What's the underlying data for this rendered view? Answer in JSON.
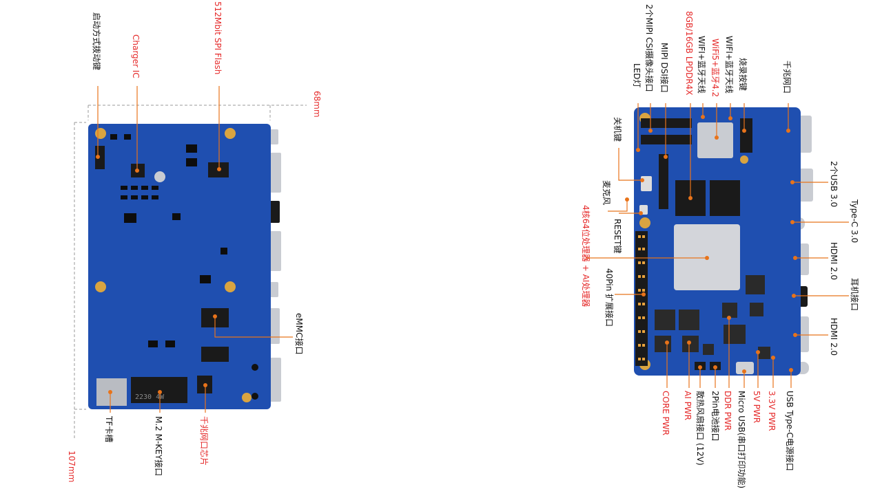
{
  "colors": {
    "board_blue": "#1f4fb0",
    "leader_orange": "#e8731a",
    "label_red": "#e52a2a",
    "label_black": "#111111",
    "dimension_gray": "#9a9a9a"
  },
  "left_board": {
    "dimension_width": "68mm",
    "dimension_height": "107mm",
    "labels": [
      {
        "key": "boot_switch",
        "text": "启动方式拨动键",
        "color": "black"
      },
      {
        "key": "charger_ic",
        "text": "Charger IC",
        "color": "red"
      },
      {
        "key": "spi_flash",
        "text": "512Mbit SPI Flash",
        "color": "red"
      },
      {
        "key": "emmc",
        "text": "eMMC接口",
        "color": "black"
      },
      {
        "key": "tf_slot",
        "text": "TF卡槽",
        "color": "black"
      },
      {
        "key": "m2",
        "text": "M.2 M-KEY接口",
        "color": "black"
      },
      {
        "key": "eth_chip",
        "text": "千兆网口芯片",
        "color": "red"
      }
    ],
    "m2_silk": "2230 4W"
  },
  "right_board": {
    "labels": [
      {
        "key": "mipi_csi",
        "text": "2个MIPI CSI摄像头接口",
        "color": "black"
      },
      {
        "key": "led",
        "text": "LED灯",
        "color": "black"
      },
      {
        "key": "mipi_dsi",
        "text": "MIPI DSI接口",
        "color": "black"
      },
      {
        "key": "lpddr",
        "text": "8GB/16GB LPDDR4X",
        "color": "red"
      },
      {
        "key": "wifi_ant",
        "text": "WIFI+蓝牙天线",
        "color": "black"
      },
      {
        "key": "wifi5",
        "text": "WiFi5+蓝牙4.2",
        "color": "red"
      },
      {
        "key": "wifi_ant2",
        "text": "WIFI+蓝牙天线",
        "color": "black"
      },
      {
        "key": "rec_btn",
        "text": "烧录按键",
        "color": "black"
      },
      {
        "key": "gbe_port",
        "text": "千兆网口",
        "color": "black"
      },
      {
        "key": "power_btn",
        "text": "关机键",
        "color": "black"
      },
      {
        "key": "mic",
        "text": "麦克风",
        "color": "black"
      },
      {
        "key": "reset",
        "text": "RESET键",
        "color": "black"
      },
      {
        "key": "soc",
        "text": "4核64位处理器 + AI处理器",
        "color": "red"
      },
      {
        "key": "gpio",
        "text": "40Pin 扩展接口",
        "color": "black"
      },
      {
        "key": "usb3",
        "text": "2个USB 3.0",
        "color": "black"
      },
      {
        "key": "typec",
        "text": "Type-C 3.0",
        "color": "black"
      },
      {
        "key": "hdmi1",
        "text": "HDMI 2.0",
        "color": "black"
      },
      {
        "key": "headphone",
        "text": "耳机接口",
        "color": "black"
      },
      {
        "key": "hdmi2",
        "text": "HDMI 2.0",
        "color": "black"
      },
      {
        "key": "core_pwr",
        "text": "CORE PWR",
        "color": "red"
      },
      {
        "key": "ai_pwr",
        "text": "AI PWR",
        "color": "red"
      },
      {
        "key": "fan",
        "text": "散热风扇接口 (12V)",
        "color": "black"
      },
      {
        "key": "battery",
        "text": "2Pin电池接口",
        "color": "black"
      },
      {
        "key": "ddr_pwr",
        "text": "DDR PWR",
        "color": "red"
      },
      {
        "key": "micro_usb",
        "text": "Micro USB(串口打印功能)",
        "color": "black"
      },
      {
        "key": "pwr_5v",
        "text": "5V PWR",
        "color": "red"
      },
      {
        "key": "pwr_33v",
        "text": "3.3V PWR",
        "color": "red"
      },
      {
        "key": "usb_c_pwr",
        "text": "USB Type-C电源接口",
        "color": "black"
      }
    ]
  }
}
